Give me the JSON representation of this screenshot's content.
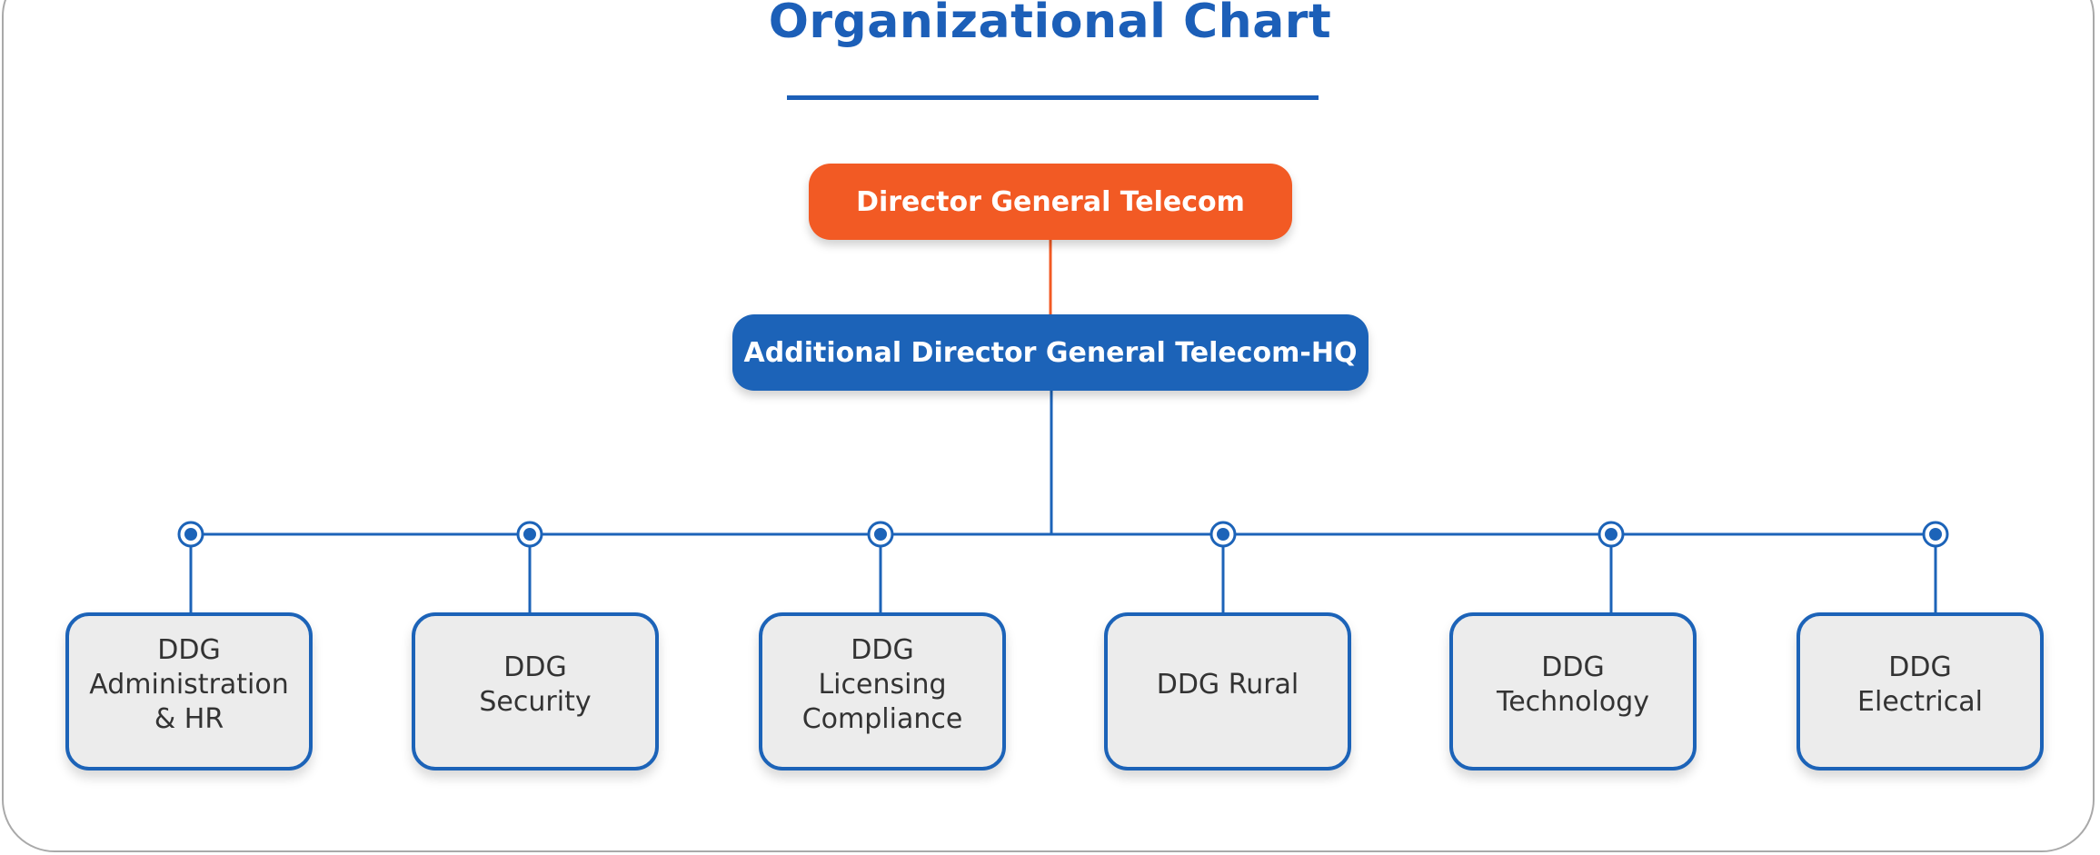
{
  "chart": {
    "title": "Organizational Chart",
    "nodes": {
      "director_general": "Director General Telecom",
      "additional_director_general": "Additional Director General Telecom-HQ",
      "ddg": [
        {
          "line1": "DDG",
          "line2": "Administration",
          "line3": "& HR"
        },
        {
          "line1": "DDG",
          "line2": "Security",
          "line3": ""
        },
        {
          "line1": "DDG",
          "line2": "Licensing",
          "line3": "Compliance"
        },
        {
          "line1": "DDG Rural",
          "line2": "",
          "line3": ""
        },
        {
          "line1": "DDG",
          "line2": "Technology",
          "line3": ""
        },
        {
          "line1": "DDG",
          "line2": "Electrical",
          "line3": ""
        }
      ]
    },
    "colors": {
      "primary_blue": "#1c63b8",
      "accent_orange": "#f25a24",
      "ddg_fill": "#ececec",
      "frame_border": "#a9a9a9"
    }
  }
}
